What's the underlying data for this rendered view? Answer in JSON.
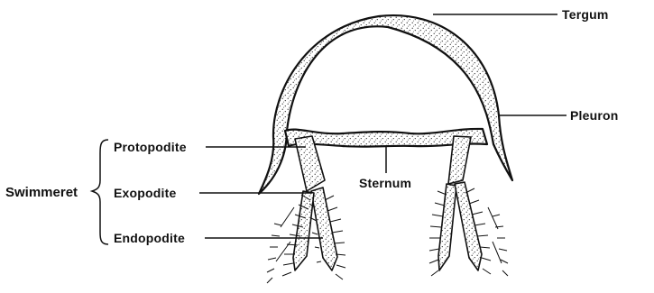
{
  "diagram": {
    "labels": {
      "tergum": "Tergum",
      "pleuron": "Pleuron",
      "sternum": "Sternum",
      "protopodite": "Protopodite",
      "exopodite": "Exopodite",
      "endopodite": "Endopodite",
      "swimmeret": "Swimmeret"
    }
  }
}
